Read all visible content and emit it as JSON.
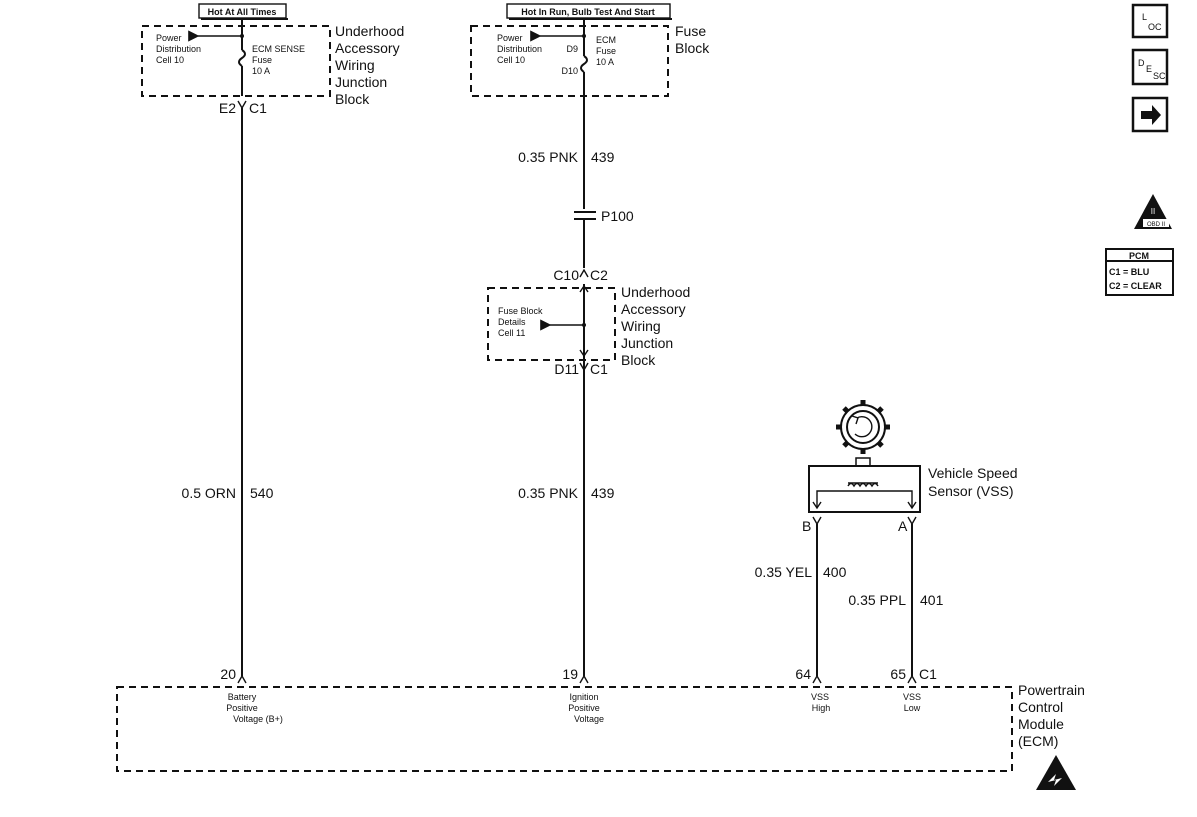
{
  "top_labels": {
    "hot_at_all_times": "Hot At All Times",
    "hot_in_run": "Hot In Run, Bulb Test And Start"
  },
  "block_left": {
    "power_line1": "Power",
    "power_line2": "Distribution",
    "power_line3": "Cell 10",
    "fuse_line1": "ECM SENSE",
    "fuse_line2": "Fuse",
    "fuse_line3": "10 A",
    "title_line1": "Underhood",
    "title_line2": "Accessory",
    "title_line3": "Wiring",
    "title_line4": "Junction",
    "title_line5": "Block",
    "pin_left": "E2",
    "pin_right": "C1"
  },
  "block_fuse": {
    "power_line1": "Power",
    "power_line2": "Distribution",
    "power_line3": "Cell 10",
    "d9": "D9",
    "d10": "D10",
    "fuse_line1": "ECM",
    "fuse_line2": "Fuse",
    "fuse_line3": "10 A",
    "title_line1": "Fuse",
    "title_line2": "Block"
  },
  "block_mid": {
    "details_line1": "Fuse Block",
    "details_line2": "Details",
    "details_line3": "Cell 11",
    "title_line1": "Underhood",
    "title_line2": "Accessory",
    "title_line3": "Wiring",
    "title_line4": "Junction",
    "title_line5": "Block",
    "top_pin_left": "C10",
    "top_pin_right": "C2",
    "bot_pin_left": "D11",
    "bot_pin_right": "C1"
  },
  "wires": {
    "orn": {
      "gauge": "0.5 ORN",
      "circuit": "540"
    },
    "pnk_upper": {
      "gauge": "0.35 PNK",
      "circuit": "439"
    },
    "pnk_lower": {
      "gauge": "0.35 PNK",
      "circuit": "439"
    },
    "yel": {
      "gauge": "0.35 YEL",
      "circuit": "400"
    },
    "ppl": {
      "gauge": "0.35 PPL",
      "circuit": "401"
    }
  },
  "splice": "P100",
  "vss": {
    "title_line1": "Vehicle Speed",
    "title_line2": "Sensor (VSS)",
    "pin_b": "B",
    "pin_a": "A"
  },
  "pcm_module": {
    "pins": {
      "p20": "20",
      "p19": "19",
      "p64": "64",
      "p65": "65",
      "c1": "C1"
    },
    "battery_line1": "Battery",
    "battery_line2": "Positive",
    "battery_line3": "Voltage (B+)",
    "ign_line1": "Ignition",
    "ign_line2": "Positive",
    "ign_line3": "Voltage",
    "vss_high_line1": "VSS",
    "vss_high_line2": "High",
    "vss_low_line1": "VSS",
    "vss_low_line2": "Low",
    "title_line1": "Powertrain",
    "title_line2": "Control",
    "title_line3": "Module",
    "title_line4": "(ECM)"
  },
  "side_icons": {
    "loc_main": "L",
    "loc_sub": "OC",
    "desc_main": "D",
    "desc_mid": "E",
    "desc_sub": "SC",
    "obd": "OBD II",
    "obd_roman": "II",
    "next_icon": "right-arrow-icon"
  },
  "pcm_legend": {
    "header": "PCM",
    "row1": "C1 = BLU",
    "row2": "C2 = CLEAR"
  }
}
